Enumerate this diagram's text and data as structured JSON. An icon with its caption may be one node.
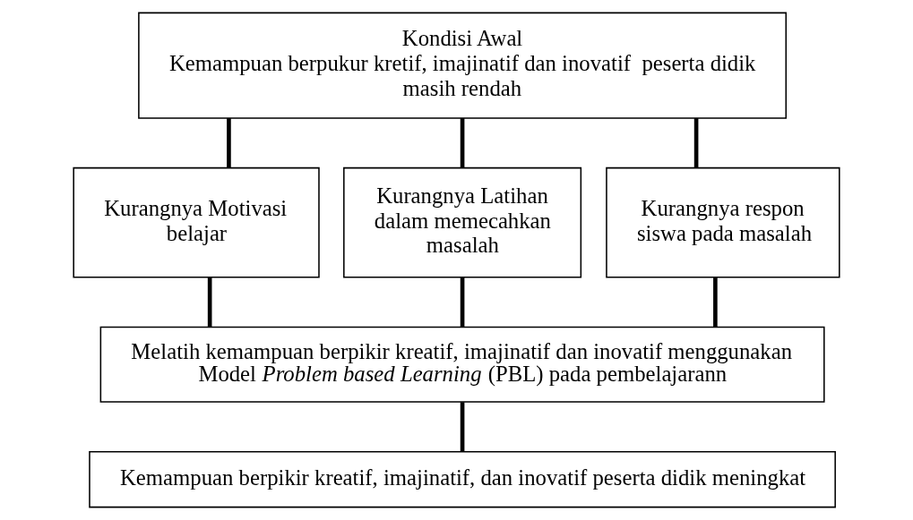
{
  "diagram": {
    "nodes": [
      {
        "text": [
          "Kondisi Awal",
          "Kemampuan berpukur kretif, imajinatif dan inovatif  peserta didik masih rendah"
        ]
      },
      {
        "text": [
          "Kurangnya Motivasi belajar"
        ]
      },
      {
        "text": [
          "Kurangnya Latihan dalam memecahkan masalah"
        ]
      },
      {
        "text": [
          "Kurangnya respon siswa pada masalah"
        ]
      },
      {
        "text": [
          "Melatih kemampuan berpikir kreatif, imajinatif dan inovatif menggunakan Model *Problem based Learning* (PBL) pada pembelajarann"
        ]
      },
      {
        "text": [
          "Kemampuan berpikir kreatif, imajinatif, dan inovatif peserta didik meningkat"
        ]
      }
    ],
    "edges": [
      {
        "from": 0,
        "to": 1,
        "arrow": "none"
      },
      {
        "from": 0,
        "to": 2,
        "arrow": "none"
      },
      {
        "from": 0,
        "to": 3,
        "arrow": "none"
      },
      {
        "from": 1,
        "to": 4,
        "arrow": "none"
      },
      {
        "from": 2,
        "to": 4,
        "arrow": "none"
      },
      {
        "from": 3,
        "to": 4,
        "arrow": "none"
      },
      {
        "from": 4,
        "to": 5,
        "arrow": "none"
      }
    ]
  }
}
